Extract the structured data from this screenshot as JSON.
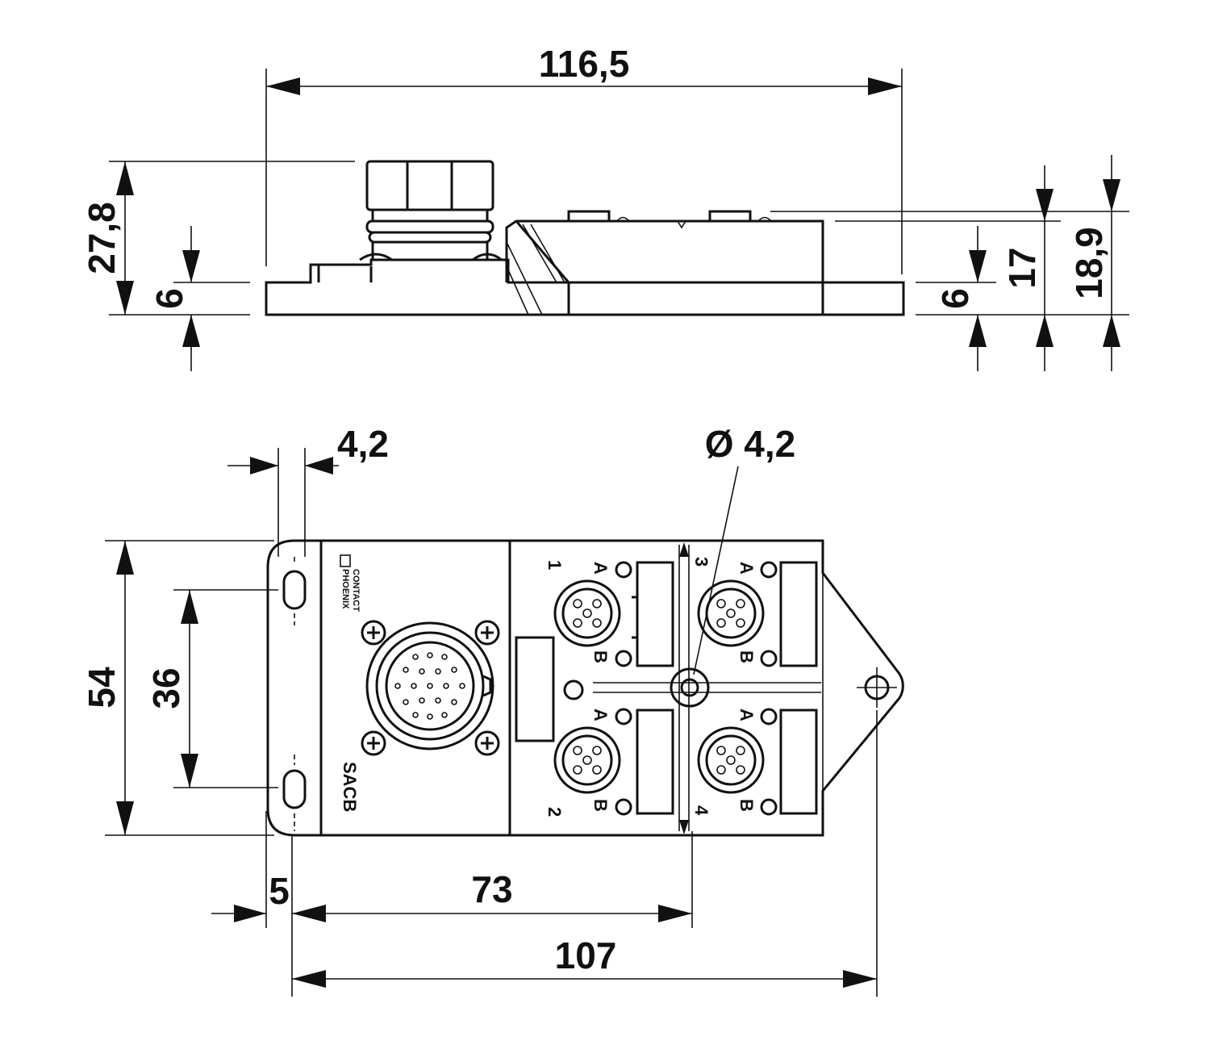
{
  "drawing": {
    "side_view": {
      "total_length": "116,5",
      "total_height": "27,8",
      "base_height_left": "6",
      "base_height_right": "6",
      "height_17": "17",
      "height_18_9": "18,9"
    },
    "top_view": {
      "slot_width": "4,2",
      "hole_diameter": "Ø 4,2",
      "total_width": "54",
      "hole_spacing": "36",
      "edge_offset": "5",
      "center_distance": "73",
      "hole_distance": "107"
    },
    "markings": {
      "brand_line1": "PHOENIX",
      "brand_line2": "CONTACT",
      "product": "SACB",
      "port_1": "1",
      "port_2": "2",
      "port_3": "3",
      "port_4": "4",
      "channel_a": "A",
      "channel_b": "B"
    }
  }
}
